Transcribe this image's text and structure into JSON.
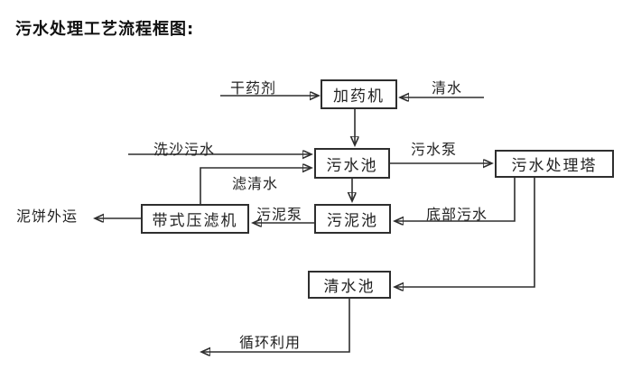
{
  "title": "污水处理工艺流程框图:",
  "diagram": {
    "type": "flowchart",
    "nodes": {
      "dosing_machine": "加药机",
      "sewage_pool": "污水池",
      "treatment_tower": "污水处理塔",
      "sludge_pool": "污泥池",
      "belt_filter_press": "带式压滤机",
      "clean_water_pool": "清水池"
    },
    "labels": {
      "dry_agent": "干药剂",
      "clean_water": "清水",
      "sand_washing_sewage": "洗沙污水",
      "sewage_pump": "污水泵",
      "filtered_water": "滤清水",
      "sludge_pump": "污泥泵",
      "bottom_sewage": "底部污水",
      "mud_cake_out": "泥饼外运",
      "recycle_use": "循环利用"
    },
    "edges": [
      {
        "from": "dry_agent_source",
        "to": "dosing_machine",
        "label": "干药剂"
      },
      {
        "from": "clean_water_source",
        "to": "dosing_machine",
        "label": "清水"
      },
      {
        "from": "dosing_machine",
        "to": "sewage_pool",
        "label": ""
      },
      {
        "from": "sand_washing_source",
        "to": "sewage_pool",
        "label": "洗沙污水"
      },
      {
        "from": "belt_filter_press",
        "to": "sewage_pool",
        "label": "滤清水"
      },
      {
        "from": "sewage_pool",
        "to": "treatment_tower",
        "label": "污水泵"
      },
      {
        "from": "sewage_pool",
        "to": "sludge_pool",
        "label": ""
      },
      {
        "from": "treatment_tower",
        "to": "sludge_pool",
        "label": "底部污水"
      },
      {
        "from": "treatment_tower",
        "to": "clean_water_pool",
        "label": ""
      },
      {
        "from": "sludge_pool",
        "to": "belt_filter_press",
        "label": "污泥泵"
      },
      {
        "from": "belt_filter_press",
        "to": "outside",
        "label": "泥饼外运"
      },
      {
        "from": "clean_water_pool",
        "to": "reuse",
        "label": "循环利用"
      }
    ],
    "colors": {
      "background": "#ffffff",
      "line": "#2e2e2e",
      "box_border": "#2e2e2e",
      "box_fill": "#ffffff",
      "text": "#1a1a1a"
    }
  }
}
